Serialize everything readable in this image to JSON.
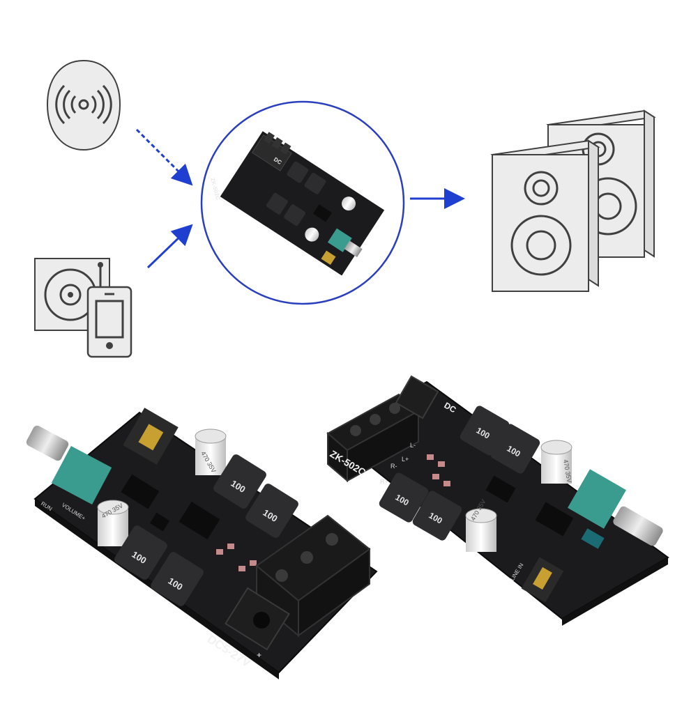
{
  "colors": {
    "arrow": "#1f3fd1",
    "circle": "#2a3fbf",
    "outline": "#404040",
    "icon_fill": "#ececec",
    "pcb": "#1b1b1d",
    "knob_base": "#3a9c8e"
  },
  "icons": {
    "wireless": "wireless-broadcast-icon",
    "turntable": "turntable-icon",
    "phone": "smartphone-icon",
    "speakers": "speaker-pair-icon"
  },
  "board_a": {
    "power_label": "DC5-27V",
    "plus": "+",
    "volume_label": "VOLUME+",
    "run_label": "RUN",
    "cap_label": "470 35V",
    "inductor_label": "100"
  },
  "board_b": {
    "model_label": "ZK-502C",
    "dc_label": "DC",
    "line_in_label": "LINE IN",
    "r_minus": "R-",
    "r_plus": "R+",
    "l_minus": "L-",
    "l_plus": "L+",
    "cap_label": "470 35V",
    "inductor_label": "100"
  },
  "board_thumb": {
    "model_label": "ZK-502C",
    "dc_label": "DC"
  }
}
